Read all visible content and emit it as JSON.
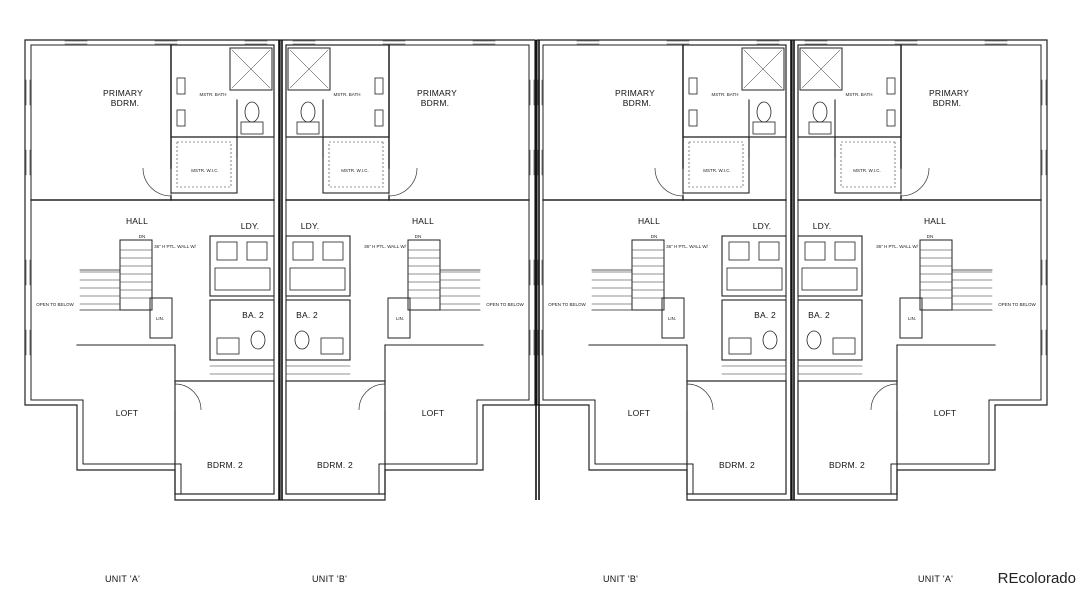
{
  "units": [
    {
      "label": "UNIT 'A'",
      "side": "left"
    },
    {
      "label": "UNIT 'B'",
      "side": "right"
    },
    {
      "label": "UNIT 'B'",
      "side": "left"
    },
    {
      "label": "UNIT 'A'",
      "side": "right"
    }
  ],
  "rooms": {
    "primary_bdrm_line1": "PRIMARY",
    "primary_bdrm_line2": "BDRM.",
    "hall": "HALL",
    "laundry": "LDY.",
    "bath2": "BA. 2",
    "loft": "LOFT",
    "bdrm2": "BDRM. 2",
    "mstr_bath": "MSTR. BATH",
    "mstr_wic": "MSTR. W.I.C.",
    "open_to_below": "OPEN TO BELOW",
    "linen": "LIN.",
    "dn": "DN",
    "ceiling_note": "36\" H PTL. WALL W/"
  },
  "watermark": "REcolorado"
}
